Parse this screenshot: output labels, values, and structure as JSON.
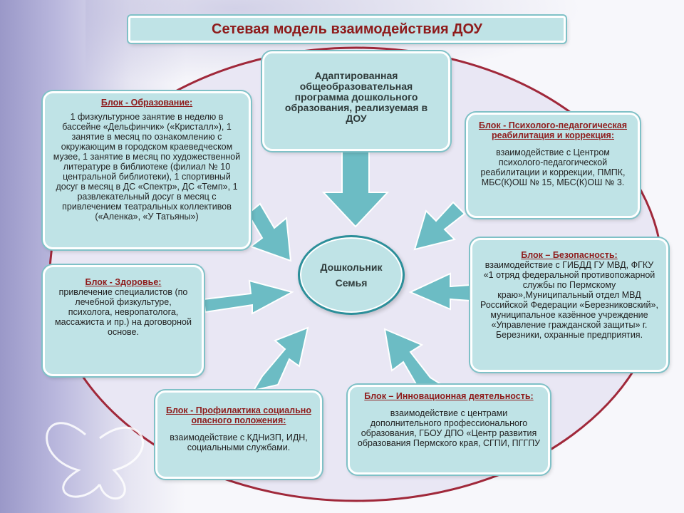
{
  "title": "Сетевая модель взаимодействия  ДОУ",
  "center": {
    "line1": "Дошкольник",
    "line2": "Семья"
  },
  "program": {
    "text": "Адаптированная общеобразовательная программа дошкольного образования, реализуемая в ДОУ"
  },
  "blocks": {
    "education": {
      "heading": "Блок - Образование:",
      "body": "1 физкультурное занятие в неделю в бассейне «Дельфинчик» («Кристалл»), 1 занятие в месяц по ознакомлению с окружающим в городском краеведческом музее, 1 занятие в месяц по художественной литературе в библиотеке (филиал № 10 центральной библиотеки), 1 спортивный досуг в месяц в ДС «Спектр», ДС «Темп», 1 развлекательный досуг в месяц с привлечением театральных коллективов («Аленка», «У Татьяны»)"
    },
    "psychology": {
      "heading": "Блок - Психолого-педагогическая реабилитация и коррекция:",
      "body": "взаимодействие с Центром психолого-педагогической реабилитации и коррекции, ПМПК, МБС(К)ОШ № 15, МБС(К)ОШ № 3."
    },
    "health": {
      "heading": "Блок - Здоровье:",
      "body": "привлечение специалистов (по лечебной физкультуре, психолога, невропатолога, массажиста и пр.) на договорной основе."
    },
    "safety": {
      "heading": "Блок – Безопасность:",
      "body": "взаимодействие с ГИБДД ГУ МВД, ФГКУ «1 отряд федеральной противопожарной службы по Пермскому краю»,Муниципальный отдел МВД Российской Федерации «Березниковский», муниципальное казённое учреждение «Управление гражданской защиты» г. Березники, охранные предприятия."
    },
    "prevention": {
      "heading": "Блок - Профилактика социально опасного положения:",
      "body": "взаимодействие с КДНиЗП, ИДН, социальными службами."
    },
    "innovation": {
      "heading": "Блок – Инновационная деятельность:",
      "body": "взаимодействие с центрами дополнительного профессионального образования, ГБОУ ДПО «Центр развития образования Пермского края, СГПИ, ПГГПУ"
    }
  },
  "colors": {
    "box_fill": "#bfe3e6",
    "box_border": "#7fc1c7",
    "heading": "#8e1b1b",
    "arrow": "#6cbcc4",
    "ellipse_stroke": "#a0283a",
    "ellipse_fill": "#e9e7f4",
    "center_border": "#2c8f9a"
  }
}
